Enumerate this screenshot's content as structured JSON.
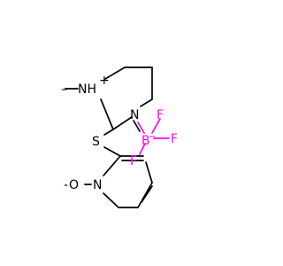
{
  "structure": {
    "bond_color": "#000000",
    "atoms": [
      {
        "id": "methyl_dash",
        "text": "–",
        "color": "#000000"
      },
      {
        "id": "nh_plus",
        "text": "NH",
        "color": "#000000"
      },
      {
        "id": "plus_sign",
        "text": "+",
        "color": "#000000"
      },
      {
        "id": "n_ring",
        "text": "N",
        "color": "#000000"
      },
      {
        "id": "s_atom",
        "text": "S",
        "color": "#000000"
      },
      {
        "id": "boron",
        "text": "B",
        "color": "#ff00ff"
      },
      {
        "id": "boron_charge",
        "text": "–",
        "color": "#ff00ff"
      },
      {
        "id": "fluorine_top",
        "text": "F",
        "color": "#ff00ff"
      },
      {
        "id": "fluorine_right",
        "text": "F",
        "color": "#ff00ff"
      },
      {
        "id": "fluorine_left",
        "text": "F",
        "color": "#ff00ff"
      },
      {
        "id": "oxide_charge",
        "text": "-",
        "color": "#000000"
      },
      {
        "id": "oxide_o",
        "text": "O",
        "color": "#000000"
      },
      {
        "id": "n_pyridine",
        "text": "N",
        "color": "#000000"
      }
    ]
  }
}
